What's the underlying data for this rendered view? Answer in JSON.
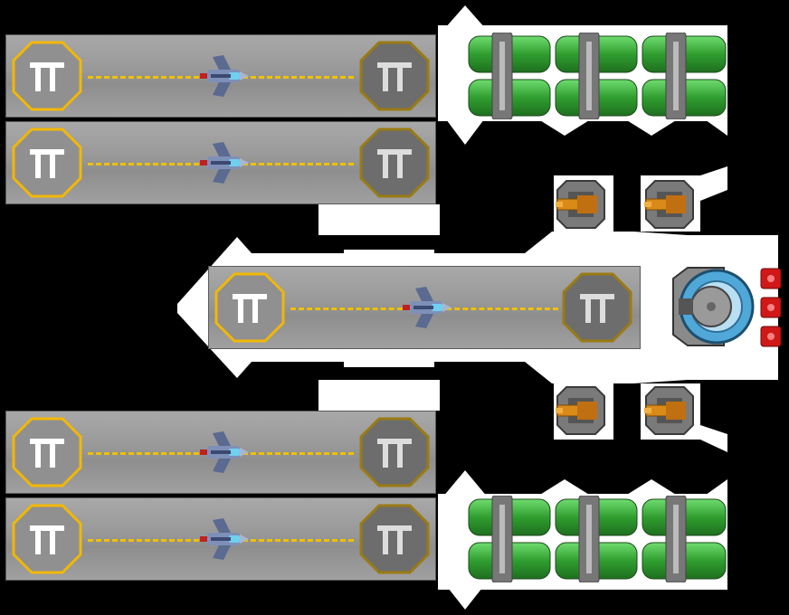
{
  "ship": {
    "hull_color": "#ffffff",
    "background_color": "#000000",
    "pad_active_color": "#f2b705",
    "pad_inactive_color": "#9a7b13",
    "stripe_color": "#f0c000",
    "tank_color": "#3fb63f",
    "turret_color": "#d98a18",
    "reactor_color": "#4fa8d8",
    "cell_color": "#d01818"
  },
  "hangar_bays": [
    {
      "id": "bay-1",
      "fighter": "fighter-icon"
    },
    {
      "id": "bay-2",
      "fighter": "fighter-icon"
    },
    {
      "id": "bay-center",
      "fighter": "fighter-icon"
    },
    {
      "id": "bay-3",
      "fighter": "fighter-icon"
    },
    {
      "id": "bay-4",
      "fighter": "fighter-icon"
    }
  ],
  "fuel_tank_groups": [
    {
      "id": "tanks-top",
      "count": 6
    },
    {
      "id": "tanks-bottom",
      "count": 6
    }
  ],
  "turrets": [
    "turret-1",
    "turret-2",
    "turret-3",
    "turret-4"
  ],
  "reactor": {
    "id": "reactor-core",
    "power_cells": 3
  }
}
